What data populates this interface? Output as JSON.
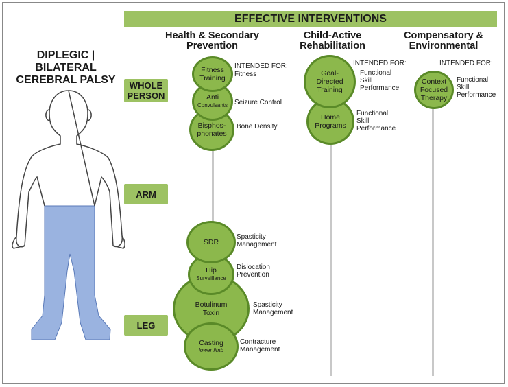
{
  "banner": "EFFECTIVE INTERVENTIONS",
  "main_title": [
    "DIPLEGIC |",
    "BILATERAL",
    "CEREBRAL PALSY"
  ],
  "columns": [
    {
      "title": [
        "Health & Secondary",
        "Prevention"
      ]
    },
    {
      "title": [
        "Child-Active",
        "Rehabilitation"
      ]
    },
    {
      "title": [
        "Compensatory &",
        "Environmental"
      ]
    }
  ],
  "rows": {
    "whole": [
      "WHOLE",
      "PERSON"
    ],
    "arm": "ARM",
    "leg": "LEG"
  },
  "intended_for": "INTENDED FOR:",
  "interventions": {
    "fitness": {
      "label": [
        "Fitness",
        "Training"
      ],
      "purpose": [
        "Fitness"
      ]
    },
    "anticonvulsants": {
      "label": [
        "Anti",
        "Convulsants"
      ],
      "purpose": [
        "Seizure Control"
      ]
    },
    "bisphosphonates": {
      "label": [
        "Bisphos-",
        "phonates"
      ],
      "purpose": [
        "Bone Density"
      ]
    },
    "sdr": {
      "label": [
        "SDR"
      ],
      "purpose": [
        "Spasticity",
        "Management"
      ]
    },
    "hip": {
      "label": [
        "Hip",
        "Surveillance"
      ],
      "purpose": [
        "Dislocation",
        "Prevention"
      ]
    },
    "botulinum": {
      "label": [
        "Botulinum",
        "Toxin"
      ],
      "purpose": [
        "Spasticity",
        "Management"
      ]
    },
    "casting": {
      "label": [
        "Casting",
        "lower limb"
      ],
      "purpose": [
        "Contracture",
        "Management"
      ]
    },
    "goal": {
      "label": [
        "Goal-",
        "Directed",
        "Training"
      ],
      "purpose": [
        "Functional",
        "Skill",
        "Performance"
      ]
    },
    "home": {
      "label": [
        "Home",
        "Programs"
      ],
      "purpose": [
        "Functional",
        "Skill",
        "Performance"
      ]
    },
    "context": {
      "label": [
        "Context",
        "Focused",
        "Therapy"
      ],
      "purpose": [
        "Functional",
        "Skill",
        "Performance"
      ]
    }
  },
  "colors": {
    "green_fill": "#8cb84c",
    "green_stroke": "#5a8a28",
    "banner": "#9dc263",
    "leg_highlight": "#9ab3e0"
  }
}
